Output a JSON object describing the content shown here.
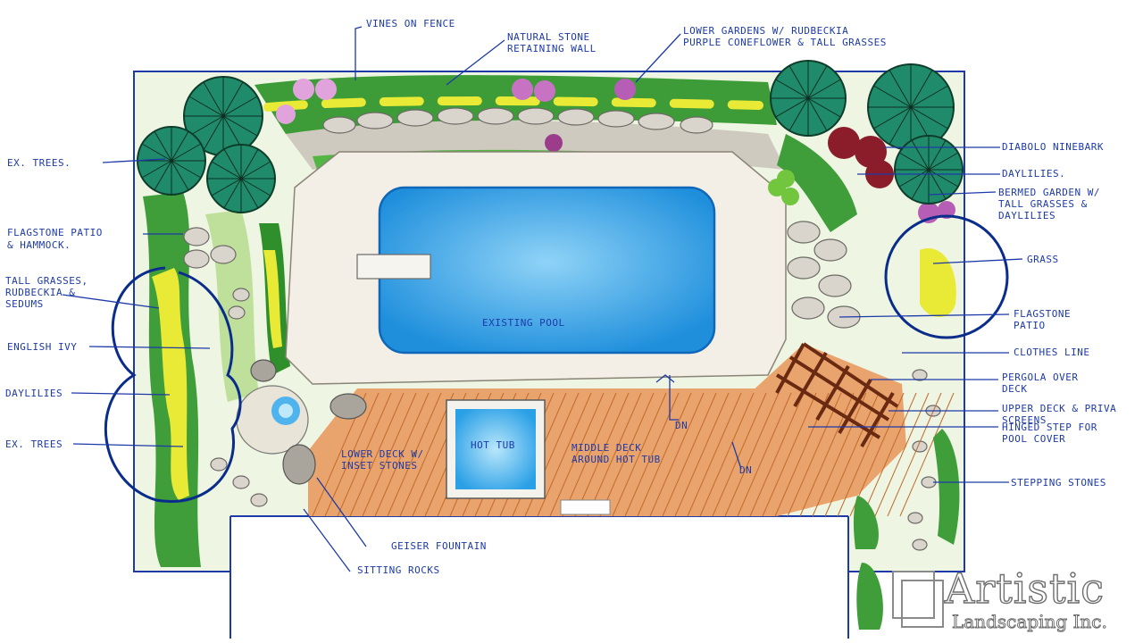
{
  "labels": {
    "vines": "VINES ON FENCE",
    "stone_wall_1": "NATURAL STONE",
    "stone_wall_2": "RETAINING WALL",
    "lower_gardens_1": "LOWER GARDENS W/ RUDBECKIA",
    "lower_gardens_2": "PURPLE CONEFLOWER & TALL GRASSES",
    "ex_trees_top": "EX. TREES.",
    "flagstone_patio_1": "FLAGSTONE PATIO",
    "flagstone_patio_2": "& HAMMOCK.",
    "tall_grasses_1": "TALL GRASSES,",
    "tall_grasses_2": "RUDBECKIA &",
    "tall_grasses_3": "SEDUMS",
    "english_ivy": "ENGLISH IVY",
    "daylilies_left": "DAYLILIES",
    "ex_trees_bottom": "EX. TREES",
    "geiser": "GEISER FOUNTAIN",
    "sitting_rocks": "SITTING ROCKS",
    "existing_pool": "EXISTING POOL",
    "hot_tub": "HOT TUB",
    "lower_deck_1": "LOWER DECK W/",
    "lower_deck_2": "INSET STONES",
    "middle_deck_1": "MIDDLE DECK",
    "middle_deck_2": "AROUND HOT TUB",
    "dn_1": "DN",
    "dn_2": "DN",
    "diabolo": "DIABOLO NINEBARK",
    "daylilies_right": "DAYLILIES.",
    "bermed_1": "BERMED GARDEN W/",
    "bermed_2": "TALL GRASSES &",
    "bermed_3": "DAYLILIES",
    "grass": "GRASS",
    "flagstone_right_1": "FLAGSTONE",
    "flagstone_right_2": "PATIO",
    "clothes_line": "CLOTHES LINE",
    "pergola_1": "PERGOLA OVER",
    "pergola_2": "DECK",
    "upper_deck_1": "UPPER DECK & PRIVA",
    "upper_deck_2": "SCREENS",
    "hinged_1": "HINGED STEP FOR",
    "hinged_2": "POOL COVER",
    "stepping": "STEPPING STONES"
  },
  "logo": {
    "name": "Artistic",
    "subtitle": "Landscaping Inc."
  },
  "colors": {
    "ink": "#1d3aa8",
    "pool": "#2f9ee6",
    "lawn": "#e4f0cf",
    "deck": "#e9a36c"
  }
}
